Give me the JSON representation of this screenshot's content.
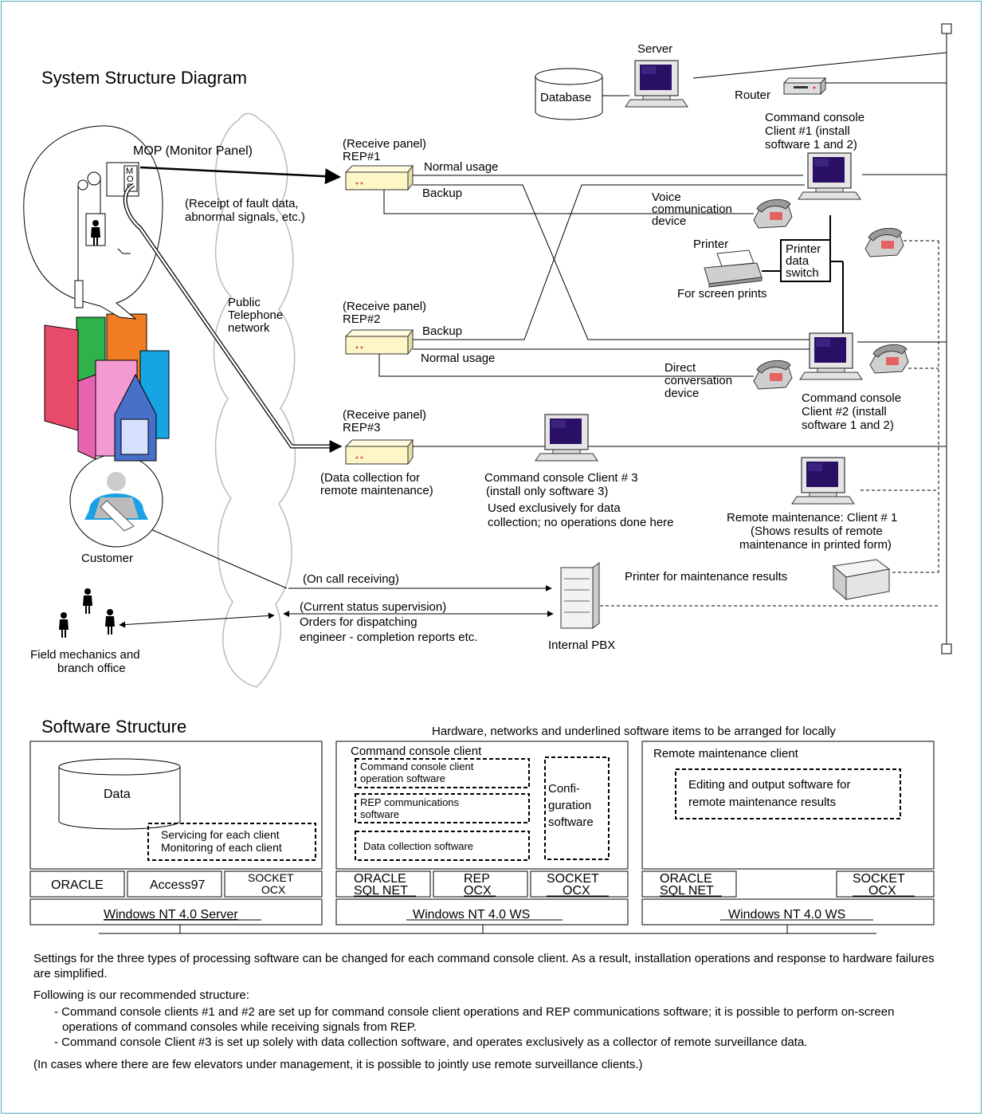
{
  "diagram": {
    "title": "System Structure Diagram",
    "server": "Server",
    "database": "Database",
    "router": "Router",
    "mop": "MOP (Monitor Panel)",
    "mop_box": [
      "M",
      "O",
      "P"
    ],
    "receipt_note": [
      "(Receipt of fault data,",
      "abnormal signals, etc.)"
    ],
    "ptn": [
      "Public",
      "Telephone",
      "network"
    ],
    "rep1": [
      "(Receive panel)",
      "REP#1"
    ],
    "rep2": [
      "(Receive panel)",
      "REP#2"
    ],
    "rep3": [
      "(Receive panel)",
      "REP#3"
    ],
    "normal_usage": "Normal usage",
    "backup": "Backup",
    "client1": [
      "Command console",
      "Client #1 (install",
      "software 1 and 2)"
    ],
    "client2": [
      "Command console",
      "Client #2 (install",
      "software 1 and 2)"
    ],
    "client3": [
      "Command console Client # 3",
      "(install only software 3)"
    ],
    "client3_note": [
      "Used exclusively for data",
      "collection; no operations done here"
    ],
    "voice": [
      "Voice",
      "communication",
      "device"
    ],
    "direct": [
      "Direct",
      "conversation",
      "device"
    ],
    "printer": "Printer",
    "screen_prints": "For screen prints",
    "printer_switch": [
      "Printer",
      "data",
      "switch"
    ],
    "rep3_note": [
      "(Data collection for",
      "remote maintenance)"
    ],
    "remote_client": [
      "Remote maintenance: Client # 1",
      "(Shows results of remote",
      "maintenance in printed form)"
    ],
    "printer_maint": "Printer for maintenance results",
    "customer": "Customer",
    "on_call": "(On call receiving)",
    "status": [
      "(Current status supervision)",
      "Orders for dispatching",
      "engineer - completion reports etc."
    ],
    "pbx": "Internal PBX",
    "field": [
      "Field mechanics and",
      "branch office"
    ]
  },
  "software": {
    "title": "Software Structure",
    "note": "Hardware, networks and underlined software items to be arranged for locally",
    "server_box": {
      "data": "Data",
      "servicing": [
        "Servicing for each client",
        "Monitoring of each client"
      ],
      "oracle": "ORACLE",
      "access": "Access97",
      "socket": [
        "SOCKET",
        "OCX"
      ],
      "os": "Windows NT 4.0 Server"
    },
    "console_box": {
      "title": "Command console client",
      "op_sw": [
        "Command console client",
        "operation software"
      ],
      "rep_sw": [
        "REP communications",
        "software"
      ],
      "dc_sw": "Data collection software",
      "config": [
        "Confi-",
        "guration",
        "software"
      ],
      "oracle": [
        "ORACLE",
        "SQL NET"
      ],
      "rep": [
        "REP",
        "OCX"
      ],
      "socket": [
        "SOCKET",
        "OCX"
      ],
      "os": "Windows NT 4.0 WS"
    },
    "remote_box": {
      "title": "Remote maintenance client",
      "edit_sw": [
        "Editing and output software for",
        "remote maintenance results"
      ],
      "oracle": [
        "ORACLE",
        "SQL NET"
      ],
      "socket": [
        "SOCKET",
        "OCX"
      ],
      "os": "Windows NT 4.0 WS"
    }
  },
  "notes": {
    "p1": "Settings for the three types of processing software can be changed for each command console client. As a result, installation operations and response to hardware failures are simplified.",
    "p2": "Following is our recommended structure:",
    "b1": "- Command console clients #1 and #2 are set up for command console client operations and REP communications software; it is possible to perform on-screen operations of command consoles while receiving signals from REP.",
    "b2": "- Command console Client #3 is set up solely with data collection software, and operates exclusively as a collector of remote surveillance data.",
    "p3": "(In cases where there are few elevators under management, it is possible to jointly use remote surveillance clients.)"
  }
}
